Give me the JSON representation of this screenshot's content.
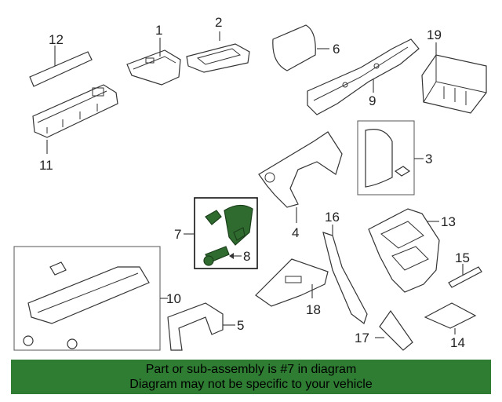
{
  "callouts": {
    "c1": "1",
    "c2": "2",
    "c3": "3",
    "c4": "4",
    "c5": "5",
    "c6": "6",
    "c7": "7",
    "c8": "8",
    "c9": "9",
    "c10": "10",
    "c11": "11",
    "c12": "12",
    "c13": "13",
    "c14": "14",
    "c15": "15",
    "c16": "16",
    "c17": "17",
    "c18": "18",
    "c19": "19"
  },
  "highlight_color": "#2f6b2f",
  "banner": {
    "color": "#2e7d32",
    "line1": "Part or sub-assembly is #7 in diagram",
    "line2": "Diagram may not be specific to your vehicle"
  }
}
